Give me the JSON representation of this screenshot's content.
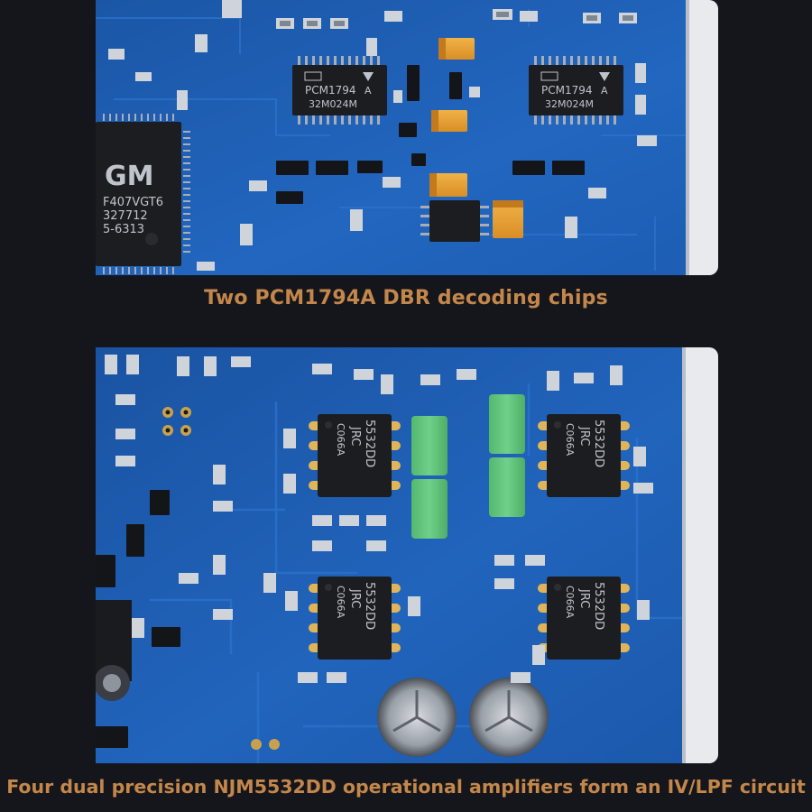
{
  "captions": {
    "top": "Two PCM1794A DBR decoding chips",
    "bottom": "Four dual precision NJM5532DD operational amplifiers form an IV/LPF circuit"
  },
  "chip_markings": {
    "dac_part": "PCM1794",
    "dac_suffix": "A",
    "dac_code": "32M024M",
    "mcu_brand": "GM",
    "mcu_part": "F407VGT6",
    "mcu_lot": "327712",
    "mcu_code": "5-6313",
    "opamp_part": "5532DD",
    "opamp_brand": "JRC",
    "opamp_code": "C066A"
  },
  "colors": {
    "background": "#15161b",
    "pcb_blue": "#1f5fb5",
    "caption": "#c4874b",
    "film_capacitor": "#5ec47a"
  }
}
